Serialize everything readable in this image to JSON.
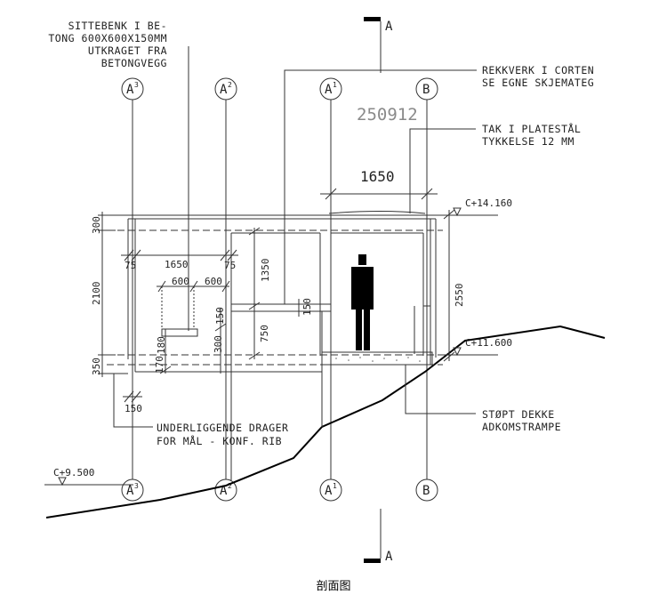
{
  "section_marker": "A",
  "notes": {
    "sittebenk": [
      "SITTEBENK I BE-",
      "TONG 600X600X150MM",
      "UTKRAGET FRA",
      "BETONGVEGG"
    ],
    "rekkverk": [
      "REKKVERK I CORTEN",
      "SE EGNE SKJEMATEG"
    ],
    "tak": [
      "TAK I PLATESTÅL",
      "TYKKELSE 12 MM"
    ],
    "drager": [
      "UNDERLIGGENDE DRAGER",
      "FOR MÅL - KONF. RIB"
    ],
    "dekke": [
      "STØPT DEKKE",
      "ADKOMSTRAMPE"
    ]
  },
  "drawing_number": "250912",
  "grid_axes": [
    {
      "letter": "A",
      "sup": "3"
    },
    {
      "letter": "A",
      "sup": "2"
    },
    {
      "letter": "A",
      "sup": "1"
    },
    {
      "letter": "B",
      "sup": ""
    }
  ],
  "levels": {
    "top": "C+14.160",
    "mid": "C+11.600",
    "ground": "C+9.500"
  },
  "dims": {
    "d1650_top": "1650",
    "d300": "300",
    "d2100": "2100",
    "d350": "350",
    "d75_left": "75",
    "d1650": "1650",
    "d75_right": "75",
    "d600_a": "600",
    "d600_b": "600",
    "d1350": "1350",
    "d150_r": "150",
    "d750": "750",
    "d180": "180",
    "d300_b": "300",
    "d150_c": "150",
    "d170": "170",
    "d150_bot": "150",
    "d2550": "2550"
  },
  "caption": "剖面图"
}
